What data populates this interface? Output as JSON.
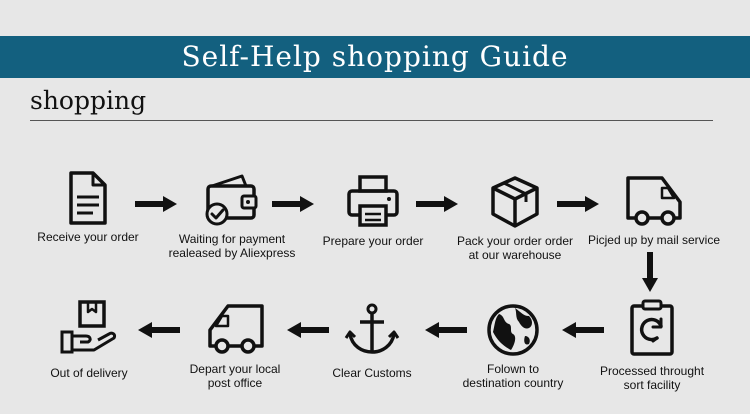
{
  "header": {
    "title": "Self-Help shopping Guide"
  },
  "section": {
    "heading": "shopping"
  },
  "steps": [
    {
      "label": "Receive your order",
      "icon": "document-icon"
    },
    {
      "label": "Waiting for payment\nrealeased by Aliexpress",
      "icon": "wallet-icon"
    },
    {
      "label": "Prepare your order",
      "icon": "printer-icon"
    },
    {
      "label": "Pack your order order\nat our warehouse",
      "icon": "box-icon"
    },
    {
      "label": "Picjed up by mail service",
      "icon": "truck-icon"
    },
    {
      "label": "Processed throught\nsort facility",
      "icon": "clipboard-refresh-icon"
    },
    {
      "label": "Folown to\ndestination country",
      "icon": "globe-icon"
    },
    {
      "label": "Clear Customs",
      "icon": "anchor-icon"
    },
    {
      "label": "Depart your local\npost office",
      "icon": "truck-icon"
    },
    {
      "label": "Out of delivery",
      "icon": "hand-box-icon"
    }
  ],
  "colors": {
    "banner": "#13607f",
    "background": "#e7e7e7",
    "ink": "#111111"
  }
}
